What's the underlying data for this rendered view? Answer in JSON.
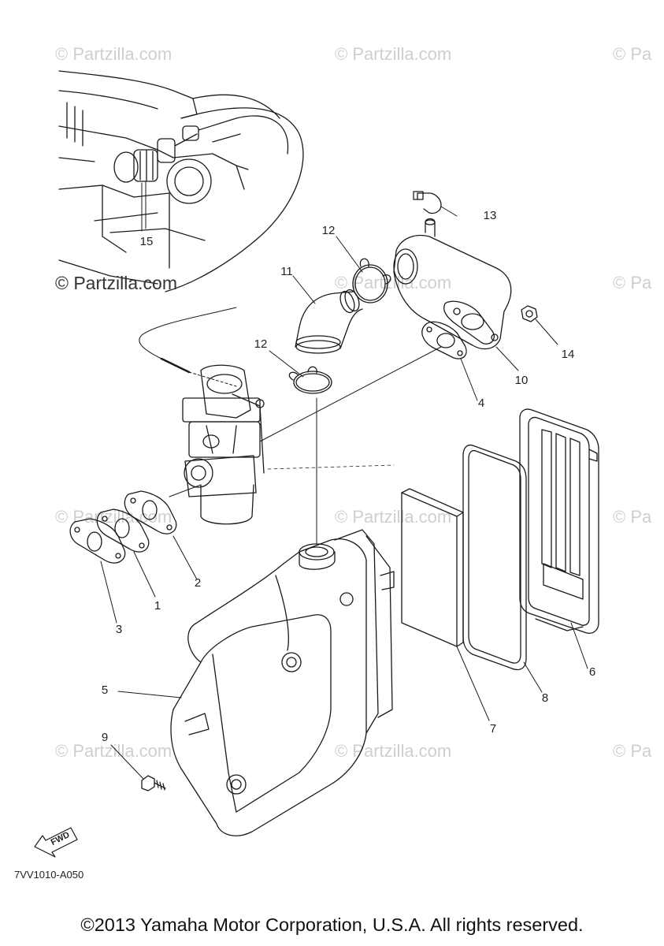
{
  "watermarks": {
    "text": "© Partzilla.com",
    "text_clipped": "© Pa",
    "main": "© Partzilla.com"
  },
  "callouts": {
    "c1": "1",
    "c2": "2",
    "c3": "3",
    "c4": "4",
    "c5": "5",
    "c6": "6",
    "c7": "7",
    "c8": "8",
    "c9": "9",
    "c10": "10",
    "c11": "11",
    "c12a": "12",
    "c12b": "12",
    "c13": "13",
    "c14": "14",
    "c15": "15"
  },
  "fwd_label": "FWD",
  "diagram_code": "7VV1010-A050",
  "copyright": "©2013 Yamaha Motor Corporation, U.S.A. All rights reserved."
}
